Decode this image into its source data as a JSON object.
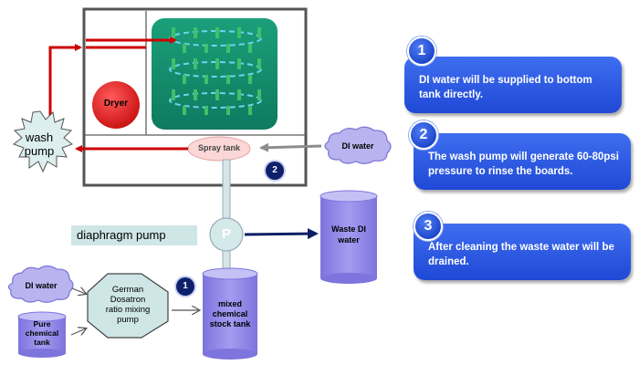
{
  "labels": {
    "wash_pump": "wash\npump",
    "dryer": "Dryer",
    "spray_tank": "Spray tank",
    "di_water_right": "DI water",
    "di_water_left": "DI water",
    "diaphragm_pump": "diaphragm pump",
    "pump_symbol": "P",
    "waste_di_water": "Waste DI\nwater",
    "german_dosatron": "German\nDosatron\nratio mixing\npump",
    "pure_chemical_tank": "Pure\nchemical\ntank",
    "mixed_chemical_stock_tank": "mixed\nchemical\nstock tank"
  },
  "badges": {
    "spray_tank_badge": "2",
    "dosatron_badge": "1"
  },
  "steps": [
    {
      "number": "1",
      "text": "DI water will be supplied to bottom tank directly."
    },
    {
      "number": "2",
      "text": "The wash pump will generate 60-80psi pressure to rinse the boards."
    },
    {
      "number": "3",
      "text": "After cleaning the waste water will be drained."
    }
  ],
  "colors": {
    "pipe_red": "#cc0000",
    "chamber_green": "#138a6b",
    "dryer_red": "#dd1a1a",
    "tank_purple": "#8d84e6",
    "cloud_lavender": "#b8b2ee",
    "step_blue": "#2a57e0",
    "pump_teal": "#cfe6e6"
  }
}
